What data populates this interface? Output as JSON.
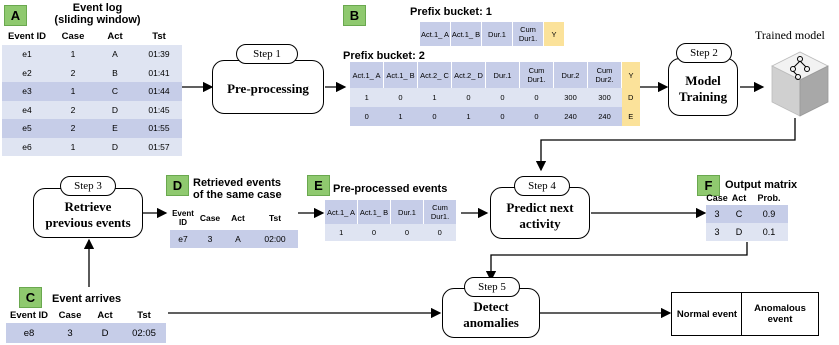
{
  "panel_a": {
    "badge": "A",
    "title_line1": "Event log",
    "title_line2": "(sliding window)",
    "headers": [
      "Event ID",
      "Case",
      "Act",
      "Tst"
    ],
    "rows": [
      [
        "e1",
        "1",
        "A",
        "01:39"
      ],
      [
        "e2",
        "2",
        "B",
        "01:41"
      ],
      [
        "e3",
        "1",
        "C",
        "01:44"
      ],
      [
        "e4",
        "2",
        "D",
        "01:45"
      ],
      [
        "e5",
        "2",
        "E",
        "01:55"
      ],
      [
        "e6",
        "1",
        "D",
        "01:57"
      ]
    ]
  },
  "panel_b": {
    "badge": "B",
    "bucket1_title": "Prefix bucket: 1",
    "bucket1_headers": [
      "Act.1_ A",
      "Act.1_ B",
      "Dur.1",
      "Cum Dur1.",
      "Y"
    ],
    "bucket2_title": "Prefix bucket: 2",
    "bucket2_headers": [
      "Act.1_ A",
      "Act.1_ B",
      "Act.2_ C",
      "Act.2_ D",
      "Dur.1",
      "Cum Dur1.",
      "Dur.2",
      "Cum Dur2.",
      "Y"
    ],
    "bucket2_rows": [
      [
        "1",
        "0",
        "1",
        "0",
        "0",
        "0",
        "300",
        "300",
        "D"
      ],
      [
        "0",
        "1",
        "0",
        "1",
        "0",
        "0",
        "240",
        "240",
        "E"
      ]
    ]
  },
  "steps": {
    "step1_tag": "Step 1",
    "step1_label": "Pre-processing",
    "step2_tag": "Step 2",
    "step2_label_1": "Model",
    "step2_label_2": "Training",
    "step3_tag": "Step 3",
    "step3_label_1": "Retrieve",
    "step3_label_2": "previous events",
    "step4_tag": "Step 4",
    "step4_label_1": "Predict next",
    "step4_label_2": "activity",
    "step5_tag": "Step 5",
    "step5_label_1": "Detect",
    "step5_label_2": "anomalies"
  },
  "trained_model": {
    "label": "Trained model",
    "icon": "tree-network-icon"
  },
  "panel_c": {
    "badge": "C",
    "title": "Event arrives",
    "headers": [
      "Event ID",
      "Case",
      "Act",
      "Tst"
    ],
    "row": [
      "e8",
      "3",
      "D",
      "02:05"
    ]
  },
  "panel_d": {
    "badge": "D",
    "title_line1": "Retrieved events",
    "title_line2": "of the same case",
    "headers": [
      "Event ID",
      "Case",
      "Act",
      "Tst"
    ],
    "row": [
      "e7",
      "3",
      "A",
      "02:00"
    ]
  },
  "panel_e": {
    "badge": "E",
    "title": "Pre-processed events",
    "headers": [
      "Act.1_ A",
      "Act.1_ B",
      "Dur.1",
      "Cum Dur1."
    ],
    "row": [
      "1",
      "0",
      "0",
      "0"
    ]
  },
  "panel_f": {
    "badge": "F",
    "title": "Output matrix",
    "headers": [
      "Case",
      "Act",
      "Prob."
    ],
    "rows": [
      [
        "3",
        "C",
        "0.9"
      ],
      [
        "3",
        "D",
        "0.1"
      ]
    ]
  },
  "outputs": {
    "normal": "Normal event",
    "anomalous": "Anomalous event"
  },
  "colors": {
    "badge": "#8fc96f",
    "row_light": "#dfe4f2",
    "row_dark": "#c6cde8",
    "target": "#fbe29a"
  }
}
